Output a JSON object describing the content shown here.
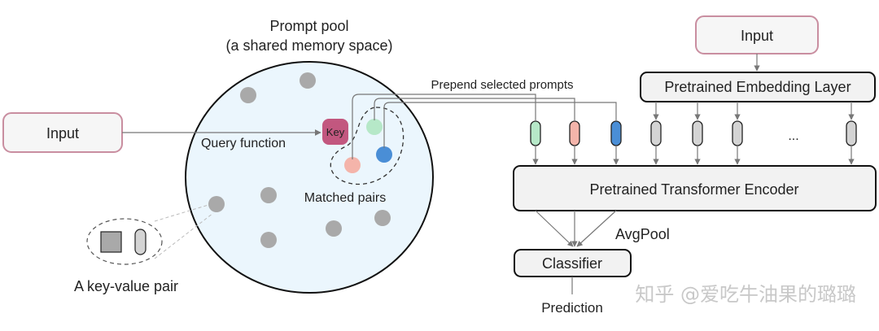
{
  "prompt_pool": {
    "title": "Prompt pool",
    "subtitle": "(a shared memory space)",
    "key_label": "Key",
    "query_function_label": "Query function",
    "matched_pairs_label": "Matched pairs"
  },
  "left_input": {
    "label": "Input"
  },
  "key_value_pair": {
    "label": "A key-value pair"
  },
  "right_input": {
    "label": "Input"
  },
  "embedding_layer": {
    "label": "Pretrained Embedding Layer"
  },
  "prepend_label": "Prepend selected prompts",
  "ellipsis": "...",
  "encoder": {
    "label": "Pretrained Transformer Encoder"
  },
  "avgpool_label": "AvgPool",
  "classifier": {
    "label": "Classifier"
  },
  "prediction_label": "Prediction",
  "watermark": "知乎 @爱吃牛油果的璐璐",
  "colors": {
    "key": "#c2577f",
    "prompt_green": "#b6e8c8",
    "prompt_pink": "#f4b4aa",
    "prompt_blue": "#4a8ed6",
    "pool_fill": "#ebf6fd",
    "gray_dot": "#a9a9a9",
    "input_border": "#c98ea0"
  }
}
